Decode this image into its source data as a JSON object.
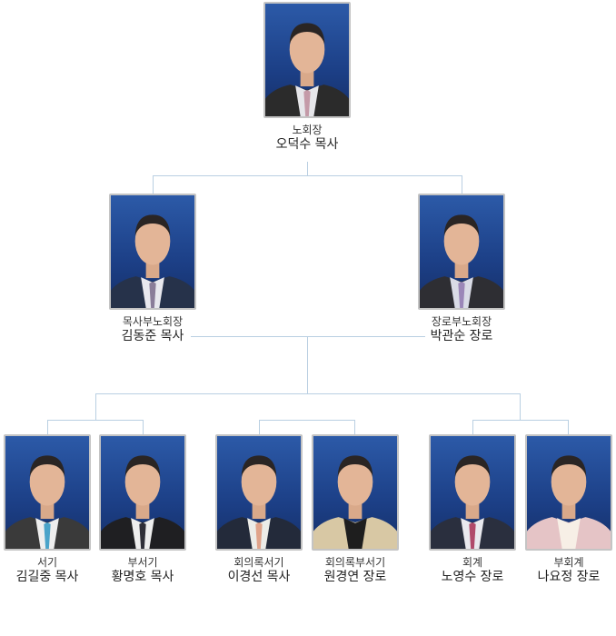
{
  "members": [
    {
      "id": "president",
      "role": "노회장",
      "name": "오덕수 목사",
      "suit": "#2b2b2b",
      "shirt": "#e6e6ea",
      "tie": "#c49aa8"
    },
    {
      "id": "vp-pastor",
      "role": "목사부노회장",
      "name": "김동준 목사",
      "suit": "#26324a",
      "shirt": "#e8e8ee",
      "tie": "#8a7d99"
    },
    {
      "id": "vp-elder",
      "role": "장로부노회장",
      "name": "박관순 장로",
      "suit": "#2e2e33",
      "shirt": "#d9dbe6",
      "tie": "#9b87b8"
    },
    {
      "id": "secretary",
      "role": "서기",
      "name": "김길중 목사",
      "suit": "#3a3a3a",
      "shirt": "#eeeeee",
      "tie": "#4aa3c9"
    },
    {
      "id": "vice-secretary",
      "role": "부서기",
      "name": "황명호 목사",
      "suit": "#1f1f22",
      "shirt": "#eeeeee",
      "tie": "#2f2f38"
    },
    {
      "id": "minutes-clerk",
      "role": "회의록서기",
      "name": "이경선 목사",
      "suit": "#232a3a",
      "shirt": "#ecece8",
      "tie": "#e0a38a"
    },
    {
      "id": "vice-minutes-clerk",
      "role": "회의록부서기",
      "name": "원경연 장로",
      "suit": "#d8c8a4",
      "shirt": "#1e1e1e",
      "tie": ""
    },
    {
      "id": "treasurer",
      "role": "회계",
      "name": "노영수 장로",
      "suit": "#2a2f3e",
      "shirt": "#e9e9ee",
      "tie": "#b04a6a"
    },
    {
      "id": "vice-treasurer",
      "role": "부회계",
      "name": "나요정 장로",
      "suit": "#e5c4c6",
      "shirt": "#f7efe6",
      "tie": ""
    }
  ]
}
